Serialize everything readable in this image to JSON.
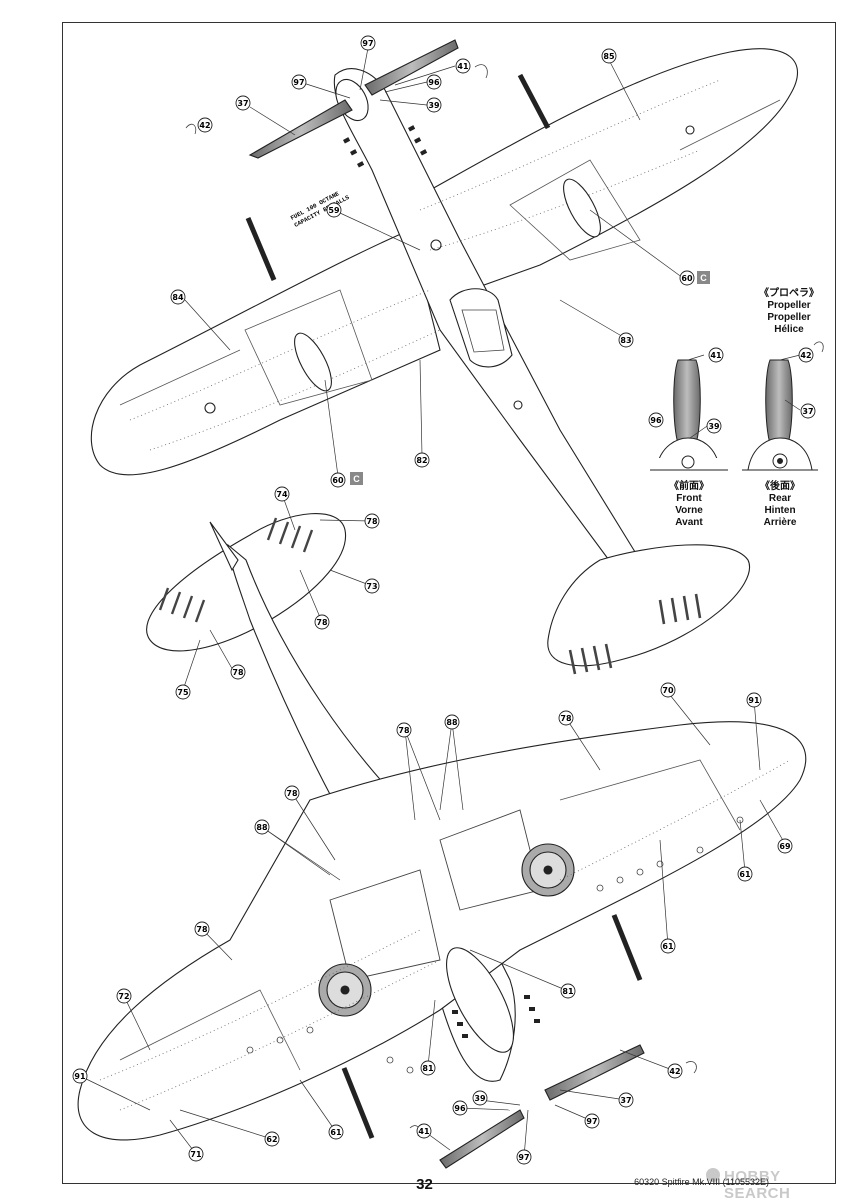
{
  "page": {
    "number": "32",
    "product_ref": "60320 Spitfire Mk.VIII (1105532E)",
    "watermark": "HOBBY SEARCH"
  },
  "propeller_legend": {
    "heading": "《プロペラ》",
    "lines": [
      "Propeller",
      "Propeller",
      "Hélice"
    ]
  },
  "front_legend": {
    "heading": "《前面》",
    "lines": [
      "Front",
      "Vorne",
      "Avant"
    ]
  },
  "rear_legend": {
    "heading": "《後面》",
    "lines": [
      "Rear",
      "Hinten",
      "Arrière"
    ]
  },
  "stencils": {
    "fuel": "FUEL 100 OCTANE",
    "capacity": "CAPACITY 85 GALLS"
  },
  "letter_tags": {
    "upper_60": "C",
    "mid_60": "C"
  },
  "callouts": {
    "c97_top": "97",
    "c41_top": "41",
    "c96_top": "96",
    "c39_top": "39",
    "c97_nose": "97",
    "c37_top": "37",
    "c42_top": "42",
    "c85": "85",
    "c59": "59",
    "c84": "84",
    "c60_a": "60",
    "c83": "83",
    "c82": "82",
    "c60_b": "60",
    "c41_prop": "41",
    "c96_prop": "96",
    "c39_prop": "39",
    "c42_prop": "42",
    "c37_prop": "37",
    "c74": "74",
    "c78_a": "78",
    "c73": "73",
    "c78_b": "78",
    "c78_c": "78",
    "c75": "75",
    "c70": "70",
    "c91_a": "91",
    "c88_a": "88",
    "c78_d": "78",
    "c78_e": "78",
    "c78_f": "78",
    "c88_b": "88",
    "c69": "69",
    "c61_a": "61",
    "c61_b": "61",
    "c78_g": "78",
    "c81_a": "81",
    "c72": "72",
    "c81_b": "81",
    "c42_bot": "42",
    "c37_bot": "37",
    "c91_b": "91",
    "c39_bot": "39",
    "c96_bot": "96",
    "c97_bot": "97",
    "c61_c": "61",
    "c62": "62",
    "c71": "71",
    "c41_bot": "41",
    "c97_bot2": "97"
  }
}
